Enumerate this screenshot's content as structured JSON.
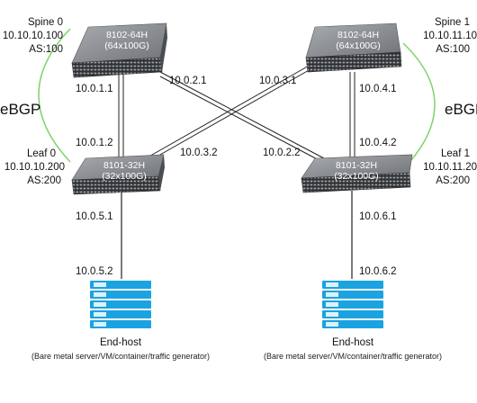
{
  "spine0": {
    "name": "Spine 0",
    "ip": "10.10.10.100",
    "as": "AS:100",
    "model": "8102-64H",
    "ports": "(64x100G)"
  },
  "spine1": {
    "name": "Spine 1",
    "ip": "10.10.11.10",
    "as": "AS:100",
    "model": "8102-64H",
    "ports": "(64x100G)"
  },
  "leaf0": {
    "name": "Leaf 0",
    "ip": "10.10.10.200",
    "as": "AS:200",
    "model": "8101-32H",
    "ports": "(32x100G)"
  },
  "leaf1": {
    "name": "Leaf 1",
    "ip": "10.10.11.20",
    "as": "AS:200",
    "model": "8101-32H",
    "ports": "(32x100G)"
  },
  "bgp_left": "eBGP",
  "bgp_right": "eBGP",
  "links": {
    "l1_1": "10.0.1.1",
    "l1_2": "10.0.1.2",
    "l2_1": "10.0.2.1",
    "l2_2": "10.0.2.2",
    "l3_1": "10.0.3.1",
    "l3_2": "10.0.3.2",
    "l4_1": "10.0.4.1",
    "l4_2": "10.0.4.2",
    "l5_1": "10.0.5.1",
    "l5_2": "10.0.5.2",
    "l6_1": "10.0.6.1",
    "l6_2": "10.0.6.2"
  },
  "host0": {
    "title": "End-host",
    "sub": "(Bare metal server/VM/container/traffic generator)"
  },
  "host1": {
    "title": "End-host",
    "sub": "(Bare metal server/VM/container/traffic generator)"
  },
  "colors": {
    "ebgp_arc": "#7fd36b",
    "server": "#1aa3e0",
    "switch_top": "#8a8d91",
    "switch_front": "#3c3f43"
  }
}
